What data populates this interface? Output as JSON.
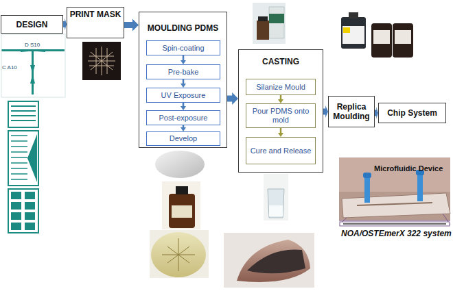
{
  "diagram": {
    "nodes": [
      {
        "text": [
          "DESIGN"
        ]
      },
      {
        "text": [
          "PRINT MASK"
        ]
      },
      {
        "text": [
          "MOULDING PDMS"
        ]
      },
      {
        "text": [
          "Spin-coating"
        ],
        "in": 2
      },
      {
        "text": [
          "Pre-bake"
        ],
        "in": 2
      },
      {
        "text": [
          "UV Exposure"
        ],
        "in": 2
      },
      {
        "text": [
          "Post-exposure"
        ],
        "in": 2
      },
      {
        "text": [
          "Develop"
        ],
        "in": 2
      },
      {
        "text": [
          "CASTING"
        ]
      },
      {
        "text": [
          "Silanize Mould"
        ],
        "in": 8
      },
      {
        "text": [
          "Pour PDMS onto mold"
        ],
        "in": 8
      },
      {
        "text": [
          "Cure and Release"
        ],
        "in": 8
      },
      {
        "text": [
          "Replica Moulding"
        ]
      },
      {
        "text": [
          "Chip System"
        ]
      }
    ],
    "edges": [
      {
        "from": 0,
        "to": 1,
        "arrow": "to"
      },
      {
        "from": 1,
        "to": 2,
        "arrow": "to"
      },
      {
        "from": 3,
        "to": 4,
        "arrow": "to"
      },
      {
        "from": 4,
        "to": 5,
        "arrow": "to"
      },
      {
        "from": 5,
        "to": 6,
        "arrow": "to"
      },
      {
        "from": 6,
        "to": 7,
        "arrow": "to"
      },
      {
        "from": 2,
        "to": 8,
        "arrow": "to"
      },
      {
        "from": 9,
        "to": 10,
        "arrow": "to"
      },
      {
        "from": 10,
        "to": 11,
        "arrow": "to"
      },
      {
        "from": 8,
        "to": 12,
        "arrow": "to"
      },
      {
        "from": 12,
        "to": 13,
        "arrow": "to"
      }
    ],
    "labels": [
      "D S10",
      "C A10",
      "Microfluidic Device",
      "NOA/OSTEmerX 322 system"
    ]
  }
}
